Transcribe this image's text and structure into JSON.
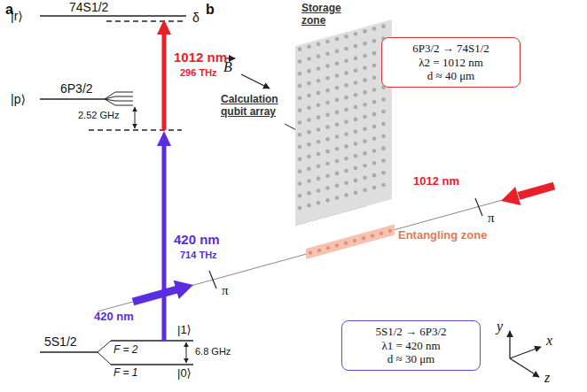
{
  "diagram": {
    "nodes": [
      {
        "text": [
          "Storage zone"
        ]
      },
      {
        "text": [
          "6P3/2 → 74S1/2",
          "λ2 = 1012 nm",
          "d ≈ 40 μm"
        ]
      },
      {
        "text": [
          "Calculation qubit array"
        ],
        "in": 0
      },
      {
        "text": [
          "Entangling zone"
        ]
      },
      {
        "text": [
          "5S1/2 → 6P3/2",
          "λ1 = 420 nm",
          "d ≈ 30 μm"
        ]
      }
    ],
    "labels": [
      "a",
      "b",
      "|r⟩",
      "74S1/2",
      "δ",
      "1012 nm",
      "296 THz",
      "|p⟩",
      "6P3/2",
      "2.52 GHz",
      "420 nm",
      "714 THz",
      "5S1/2",
      "F = 2",
      "|1⟩",
      "6.8 GHz",
      "F = 1",
      "|0⟩",
      "B",
      "1012 nm",
      "π",
      "π",
      "420 nm",
      "y",
      "x",
      "z"
    ]
  }
}
